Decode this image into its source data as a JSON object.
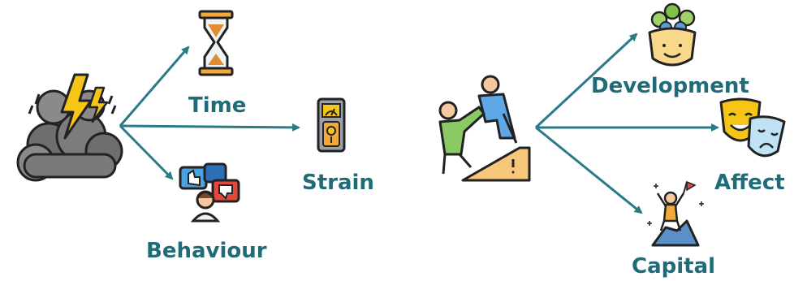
{
  "colors": {
    "accent": "#1f6b78",
    "arrow": "#2a7a88"
  },
  "left_group": {
    "source_icon": "storm-cloud-icon",
    "outcomes": [
      {
        "label": "Time",
        "icon": "hourglass-icon"
      },
      {
        "label": "Strain",
        "icon": "pressure-gauge-icon"
      },
      {
        "label": "Behaviour",
        "icon": "person-feedback-icon"
      }
    ]
  },
  "right_group": {
    "source_icon": "helping-climb-icon",
    "outcomes": [
      {
        "label": "Development",
        "icon": "growing-mind-icon"
      },
      {
        "label": "Affect",
        "icon": "theatre-masks-icon"
      },
      {
        "label": "Capital",
        "icon": "summit-flag-icon"
      }
    ]
  }
}
